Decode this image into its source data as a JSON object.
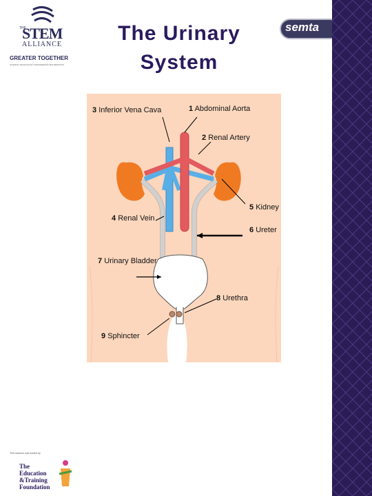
{
  "title": {
    "line1": "The Urinary",
    "line2": "System"
  },
  "logos": {
    "stem": {
      "the": "THE",
      "stem": "STEM",
      "alliance": "ALLIANCE",
      "greater": "GREATER TOGETHER",
      "tagline": "SCIENCE TECHNOLOGY ENGINEERING MATHEMATICS"
    },
    "semta": "semta",
    "foundation": {
      "small": "This resource was funded by",
      "line1": "The",
      "line2": "Education",
      "line3": "&Training",
      "line4": "Foundation"
    }
  },
  "diagram": {
    "labels": [
      {
        "num": "1",
        "text": "Abdominal Aorta"
      },
      {
        "num": "2",
        "text": "Renal Artery"
      },
      {
        "num": "3",
        "text": "Inferior Vena Cava"
      },
      {
        "num": "4",
        "text": "Renal Vein"
      },
      {
        "num": "5",
        "text": "Kidney"
      },
      {
        "num": "6",
        "text": "Ureter"
      },
      {
        "num": "7",
        "text": "Urinary Bladder"
      },
      {
        "num": "8",
        "text": "Urethra"
      },
      {
        "num": "9",
        "text": "Sphincter"
      }
    ]
  },
  "colors": {
    "skin": "#fcd7bd",
    "kidney": "#f07a22",
    "artery": "#e35a5f",
    "vein": "#5aaee6",
    "accent_strip": "#2b1c56",
    "title": "#2a1a5e"
  }
}
